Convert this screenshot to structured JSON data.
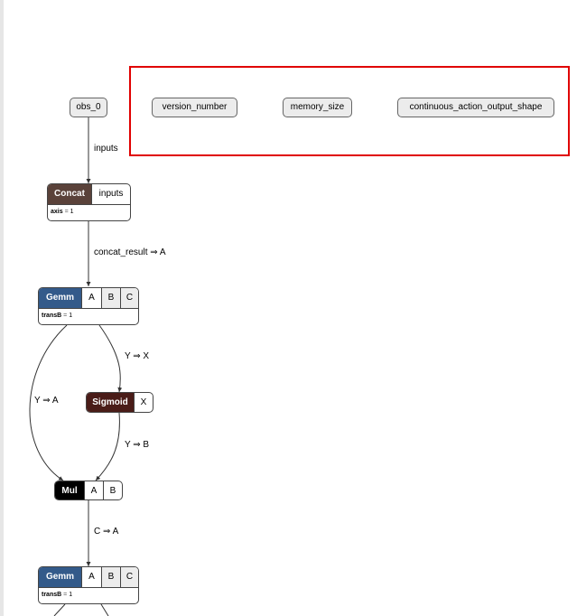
{
  "inputs": [
    "obs_0"
  ],
  "outputs": [
    "version_number",
    "memory_size",
    "continuous_action_output_shape"
  ],
  "nodes": {
    "concat": {
      "op": "Concat",
      "inputs": [
        "inputs"
      ],
      "attr_name": "axis",
      "attr_eq": "=",
      "attr_value": "1",
      "color": "#5a423a"
    },
    "gemm1": {
      "op": "Gemm",
      "inputs": [
        "A",
        "B",
        "C"
      ],
      "attr_name": "transB",
      "attr_eq": "=",
      "attr_value": "1",
      "color": "#335a8a"
    },
    "sigmoid": {
      "op": "Sigmoid",
      "inputs": [
        "X"
      ],
      "color": "#4a1c18"
    },
    "mul": {
      "op": "Mul",
      "inputs": [
        "A",
        "B"
      ],
      "color": "#000000"
    },
    "gemm2": {
      "op": "Gemm",
      "inputs": [
        "A",
        "B",
        "C"
      ],
      "attr_name": "transB",
      "attr_eq": "=",
      "attr_value": "1",
      "color": "#335a8a"
    }
  },
  "edge_labels": {
    "obs_to_concat": "inputs",
    "concat_to_gemm": "concat_result ⇒ A",
    "gemm_to_sigmoid": "Y ⇒ X",
    "gemm_to_mul": "Y ⇒ A",
    "sigmoid_to_mul": "Y ⇒ B",
    "mul_to_gemm": "C ⇒ A"
  },
  "colors": {
    "highlight": "#e00000",
    "edge": "#333333"
  }
}
